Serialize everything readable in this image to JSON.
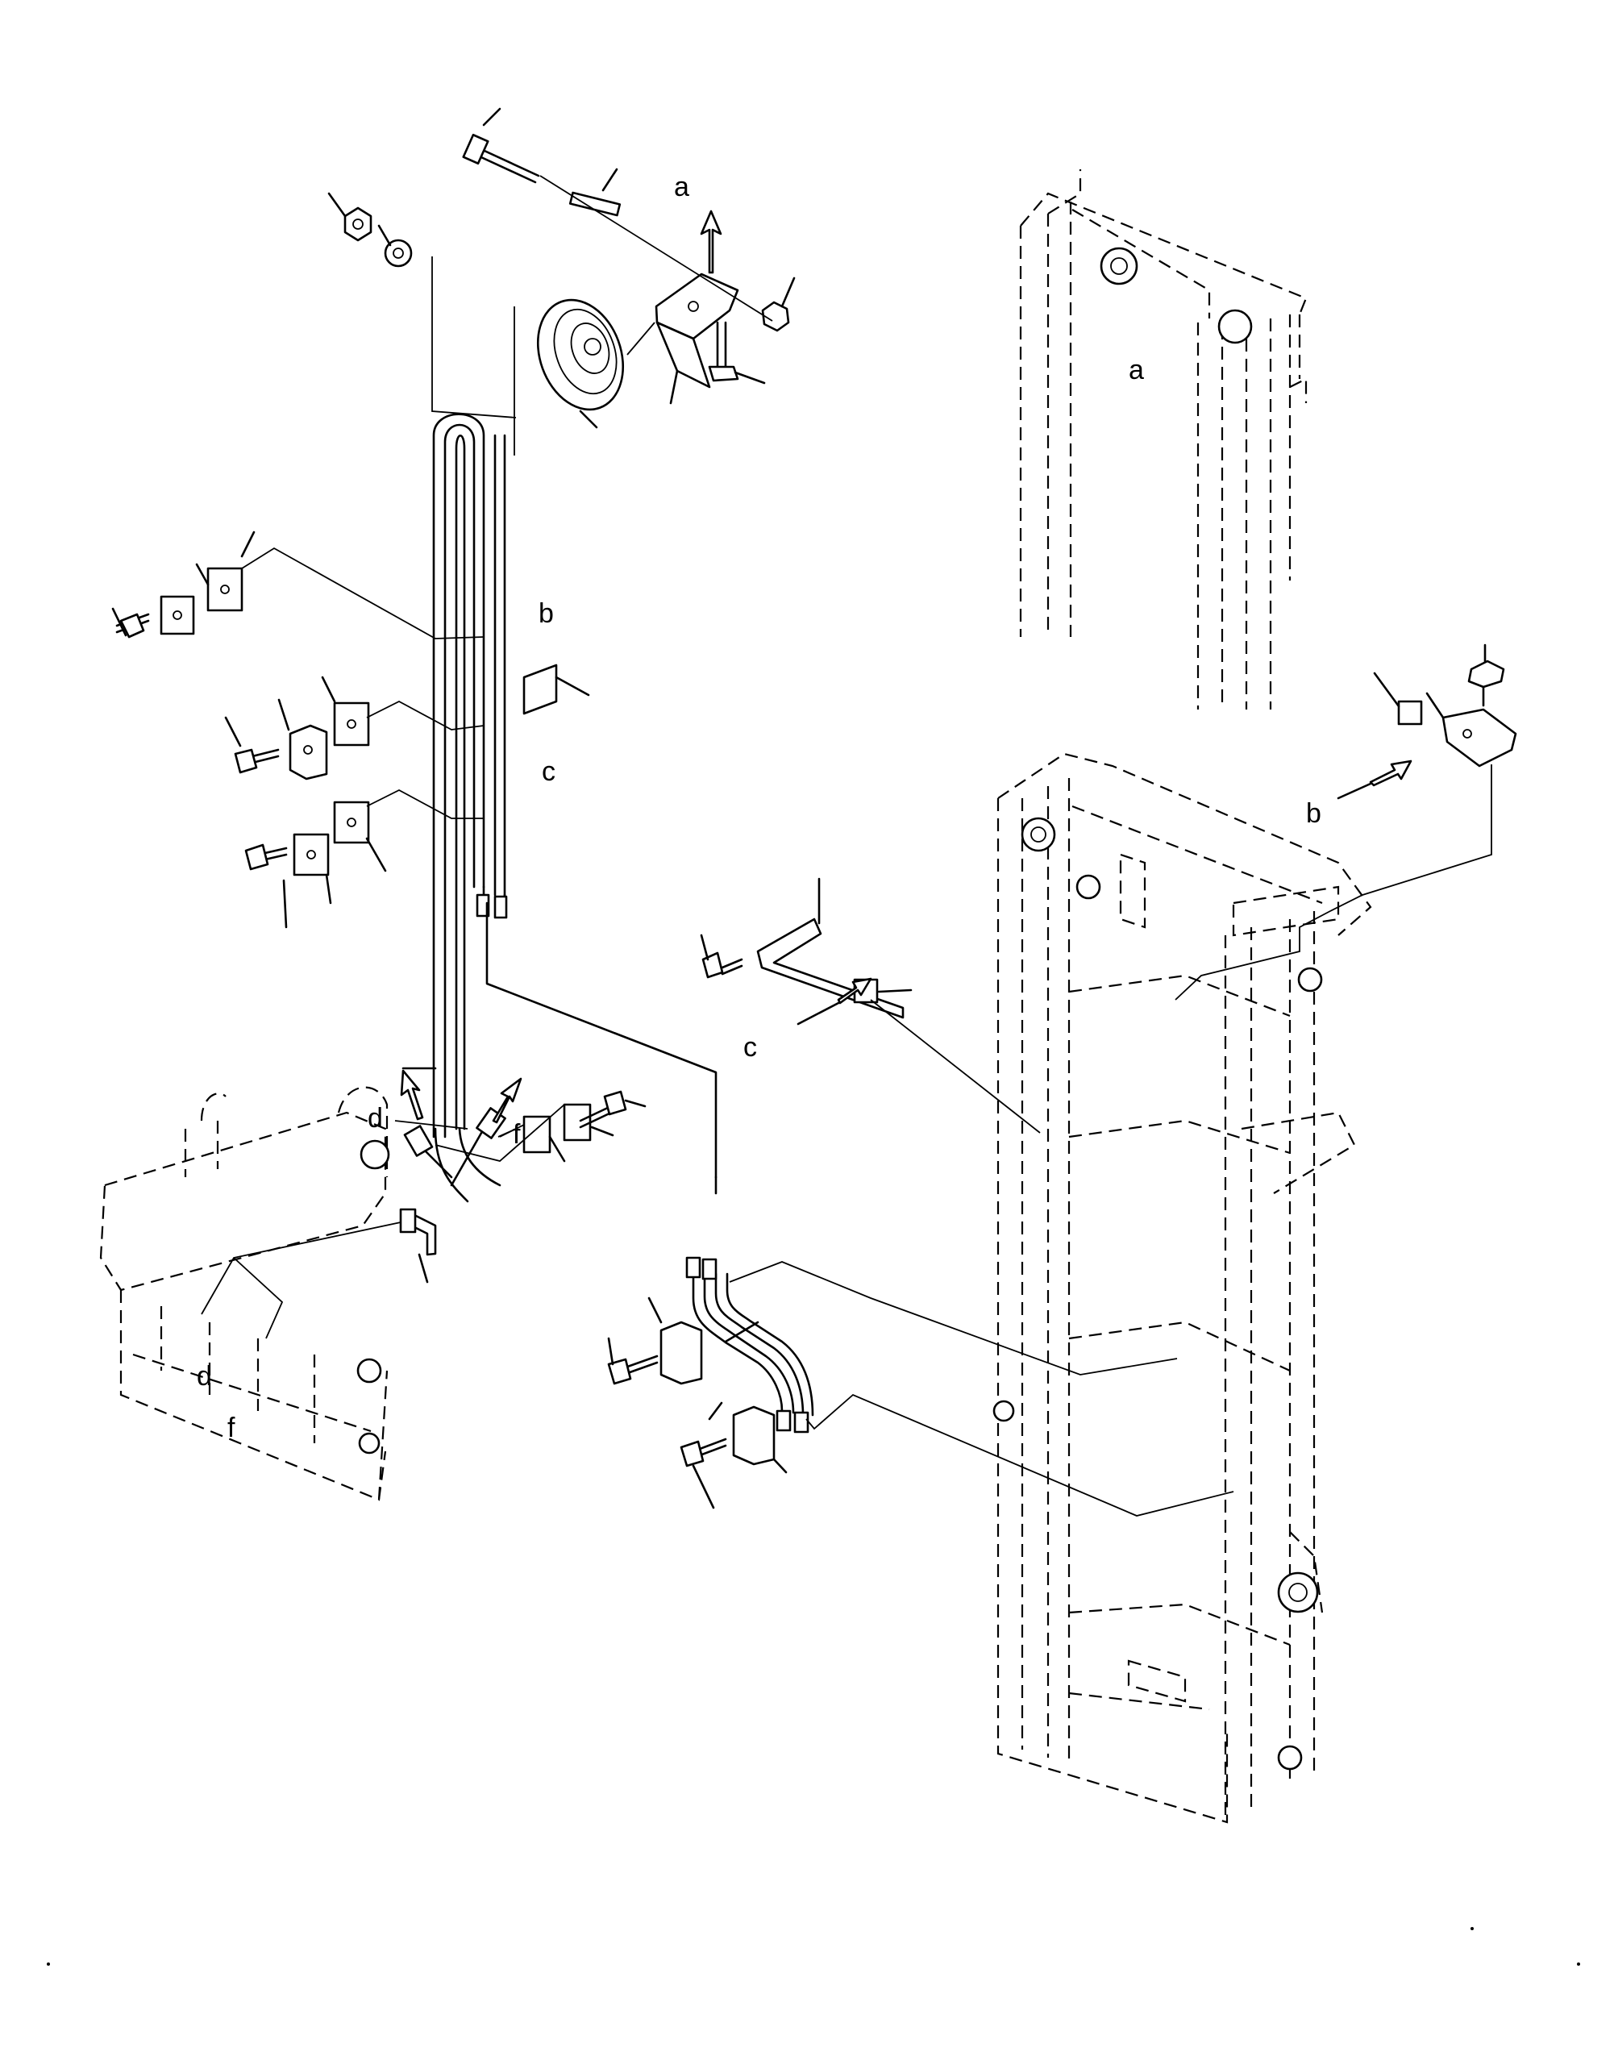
{
  "callouts": {
    "a_top": "a",
    "a_frame": "a",
    "b_pipe": "b",
    "b_frame": "b",
    "c_pipe": "c",
    "c_frame": "c",
    "d_pipe": "d",
    "d_carriage": "d",
    "f_pipe": "f",
    "f_carriage": "f"
  }
}
